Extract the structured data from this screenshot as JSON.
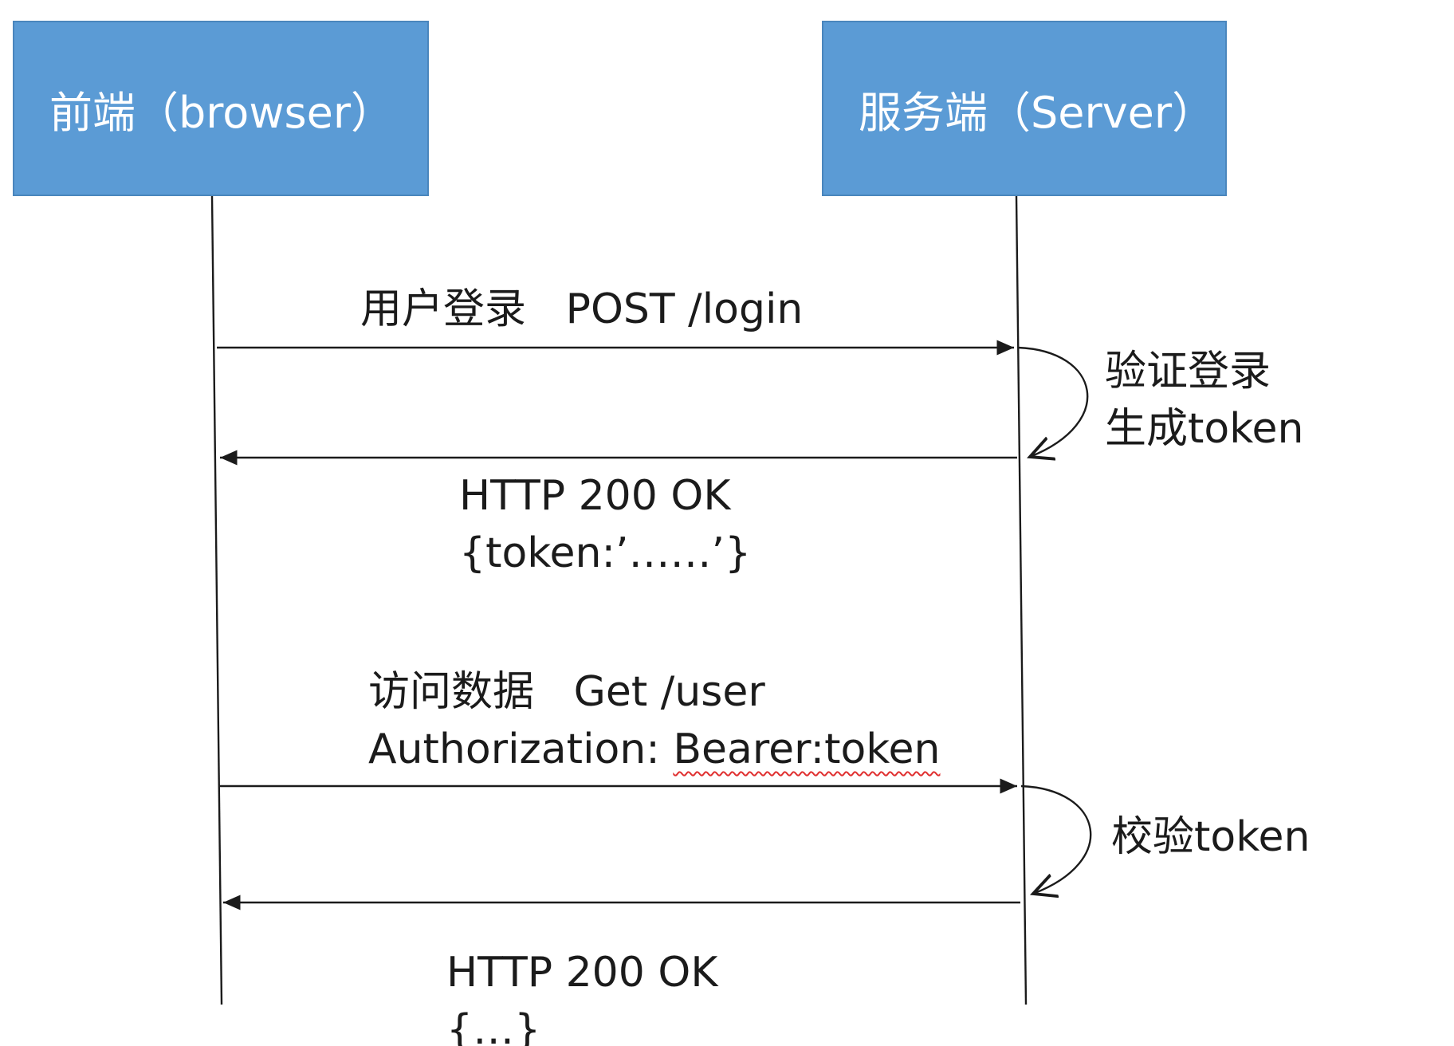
{
  "participants": {
    "browser": "前端（browser）",
    "server": "服务端（Server）"
  },
  "messages": {
    "login_request": "用户登录   POST /login",
    "login_process_line1": "验证登录",
    "login_process_line2": "生成token",
    "login_response_line1": "HTTP 200 OK",
    "login_response_line2": "{token:’……’}",
    "data_request_line1": "访问数据   Get /user",
    "data_request_line2_prefix": "Authorization: ",
    "data_request_line2_value": "Bearer:token",
    "data_process": "校验token",
    "data_response_line1": "HTTP 200 OK",
    "data_response_line2": "{…}"
  },
  "colors": {
    "participant_fill": "#5b9bd5",
    "participant_border": "#4a86bd",
    "line": "#1b1b1b",
    "spellcheck": "#e03030"
  }
}
